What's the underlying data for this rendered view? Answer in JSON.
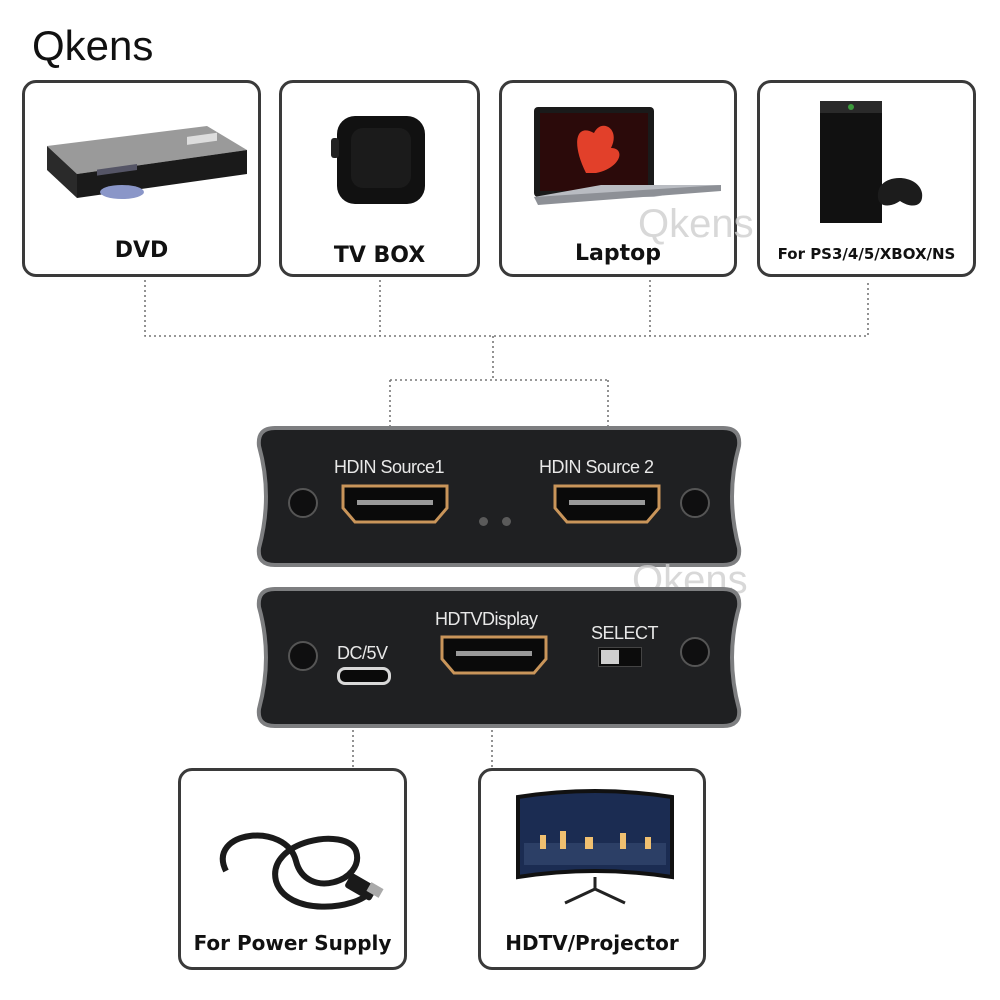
{
  "brand": "Qkens",
  "watermark": "Qkens",
  "sources": {
    "dvd": "DVD",
    "tvbox": "TV BOX",
    "laptop": "Laptop",
    "console": "For PS3/4/5/XBOX/NS"
  },
  "switch_top": {
    "port1": "HDIN Source1",
    "port2": "HDIN Source 2"
  },
  "switch_bottom": {
    "power": "DC/5V",
    "display": "HDTVDisplay",
    "select": "SELECT"
  },
  "outputs": {
    "power": "For Power Supply",
    "display": "HDTV/Projector"
  },
  "colors": {
    "port_gold": "#c9955a",
    "panel": "#1e1f21",
    "border": "#3a3a3a"
  }
}
